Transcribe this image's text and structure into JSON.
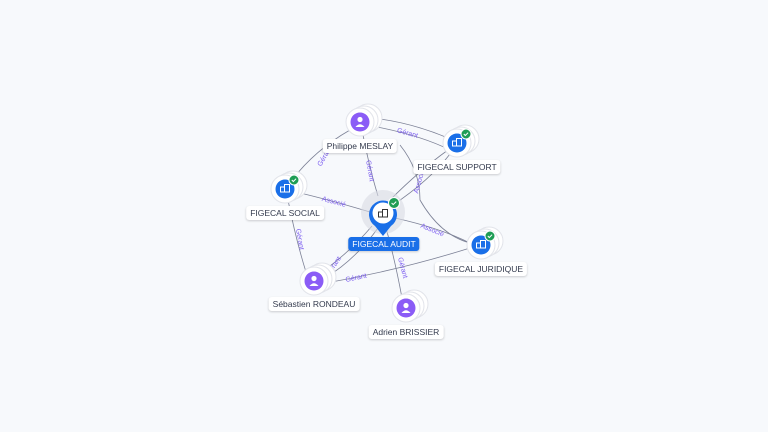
{
  "graph": {
    "center": {
      "label": "FIGECAL AUDIT",
      "type": "company",
      "verified": true
    },
    "nodes": [
      {
        "id": "meslay",
        "label": "Philippe MESLAY",
        "type": "person"
      },
      {
        "id": "support",
        "label": "FIGECAL SUPPORT",
        "type": "company",
        "verified": true
      },
      {
        "id": "social",
        "label": "FIGECAL SOCIAL",
        "type": "company",
        "verified": true
      },
      {
        "id": "juridique",
        "label": "FIGECAL JURIDIQUE",
        "type": "company",
        "verified": true
      },
      {
        "id": "rondeau",
        "label": "Sébastien RONDEAU",
        "type": "person"
      },
      {
        "id": "brissier",
        "label": "Adrien BRISSIER",
        "type": "person"
      }
    ],
    "edges": [
      {
        "from": "meslay",
        "to": "support",
        "label": "Gérant"
      },
      {
        "from": "meslay",
        "to": "social",
        "label": "Gérant"
      },
      {
        "from": "meslay",
        "to": "audit",
        "label": "Gérant"
      },
      {
        "from": "audit",
        "to": "social",
        "label": "Associé"
      },
      {
        "from": "audit",
        "to": "support",
        "label": "Associé"
      },
      {
        "from": "audit",
        "to": "juridique",
        "label": "Associé"
      },
      {
        "from": "rondeau",
        "to": "social",
        "label": "Gérant"
      },
      {
        "from": "rondeau",
        "to": "audit",
        "label": "Gérant"
      },
      {
        "from": "rondeau",
        "to": "juridique",
        "label": "Gérant"
      },
      {
        "from": "brissier",
        "to": "audit",
        "label": "Gérant"
      }
    ]
  },
  "colors": {
    "person": "#8b5cf6",
    "company": "#1a6fe8",
    "verified": "#1f9d55",
    "edge_label": "#7b5cf0"
  }
}
